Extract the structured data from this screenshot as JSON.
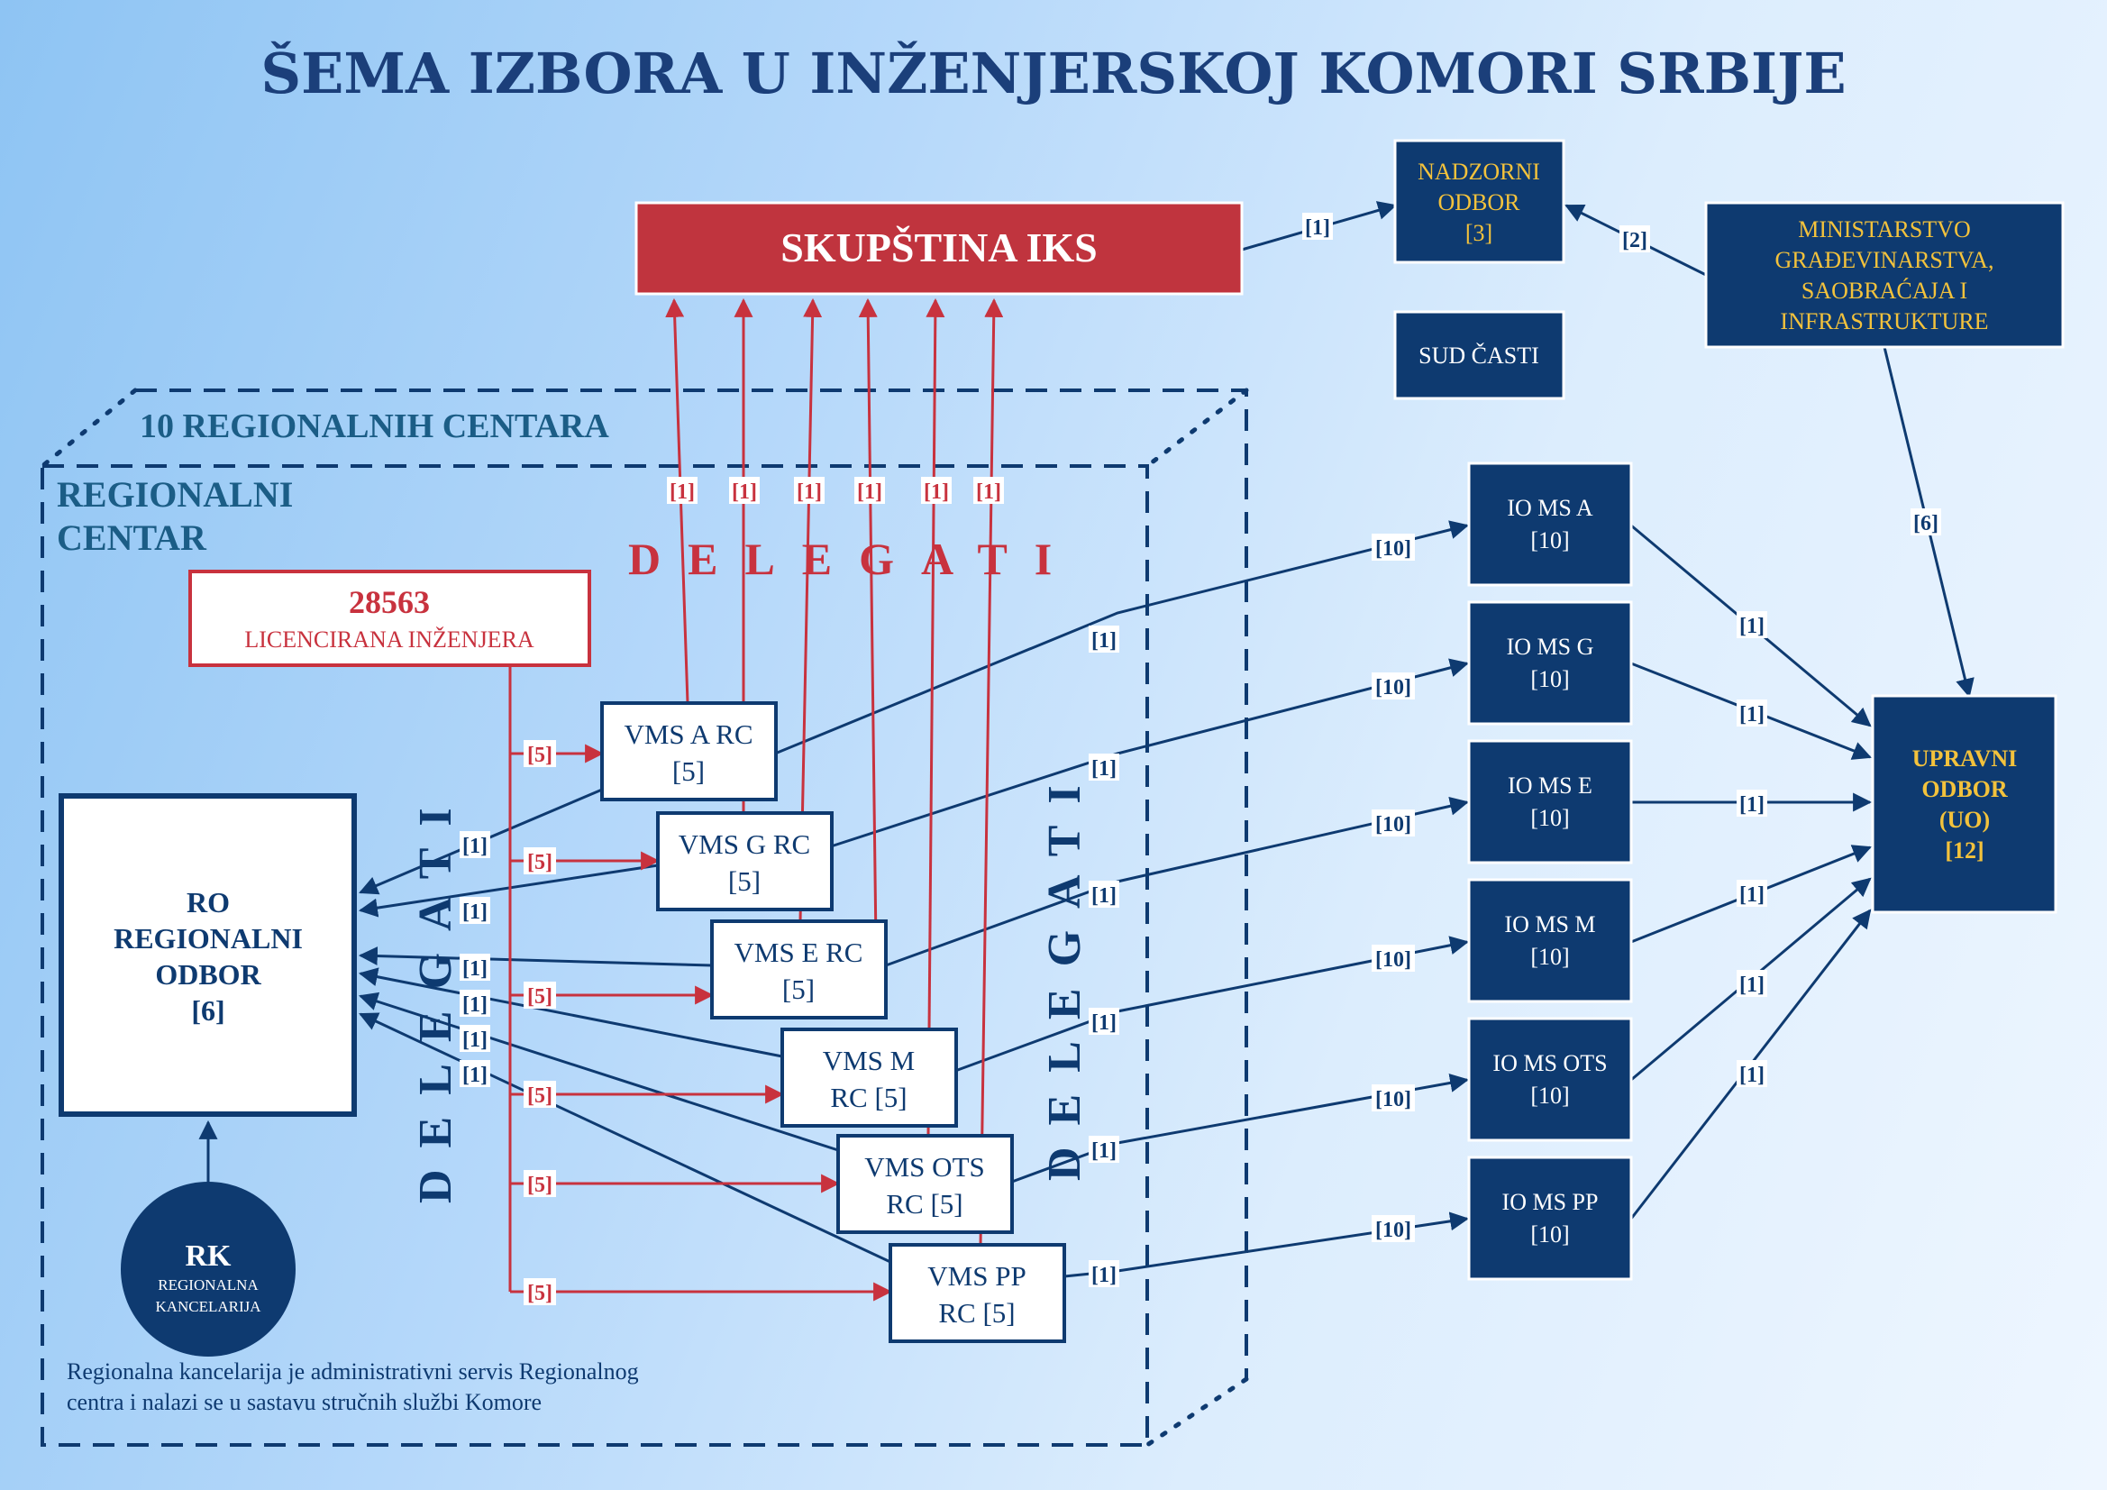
{
  "title": "ŠEMA IZBORA U INŽENJERSKOJ KOMORI SRBIJE",
  "skupstina": "SKUPŠTINA IKS",
  "nadzorni": {
    "line1": "NADZORNI",
    "line2": "ODBOR",
    "line3": "[3]"
  },
  "sud_casti": "SUD ČASTI",
  "ministarstvo": {
    "line1": "MINISTARSTVO",
    "line2": "GRAĐEVINARSTVA,",
    "line3": "SAOBRAĆAJA I",
    "line4": "INFRASTRUKTURE"
  },
  "regional_centers": "10 REGIONALNIH CENTARA",
  "regional_center": {
    "line1": "REGIONALNI",
    "line2": "CENTAR"
  },
  "engineers": {
    "count": "28563",
    "label": "LICENCIRANA INŽENJERA"
  },
  "delegati": "DELEGATI",
  "ro": {
    "line1": "RO",
    "line2": "REGIONALNI",
    "line3": "ODBOR",
    "line4": "[6]"
  },
  "rk": {
    "line1": "RK",
    "line2": "REGIONALNA",
    "line3": "KANCELARIJA"
  },
  "rk_note": {
    "line1": "Regionalna kancelarija je administrativni servis Regionalnog",
    "line2": "centra i nalazi se u sastavu stručnih službi Komore"
  },
  "vms": [
    {
      "line1": "VMS A RC",
      "line2": "[5]"
    },
    {
      "line1": "VMS G RC",
      "line2": "[5]"
    },
    {
      "line1": "VMS E RC",
      "line2": "[5]"
    },
    {
      "line1": "VMS M",
      "line2": "RC [5]"
    },
    {
      "line1": "VMS OTS",
      "line2": "RC [5]"
    },
    {
      "line1": "VMS PP",
      "line2": "RC [5]"
    }
  ],
  "io": [
    {
      "line1": "IO MS A",
      "line2": "[10]"
    },
    {
      "line1": "IO MS G",
      "line2": "[10]"
    },
    {
      "line1": "IO MS E",
      "line2": "[10]"
    },
    {
      "line1": "IO MS M",
      "line2": "[10]"
    },
    {
      "line1": "IO MS OTS",
      "line2": "[10]"
    },
    {
      "line1": "IO MS PP",
      "line2": "[10]"
    }
  ],
  "uo": {
    "line1": "UPRAVNI",
    "line2": "ODBOR",
    "line3": "(UO)",
    "line4": "[12]"
  },
  "labels": {
    "one": "[1]",
    "two": "[2]",
    "five": "[5]",
    "six": "[6]",
    "ten": "[10]"
  },
  "colors": {
    "navy": "#0e3a70",
    "red": "#c8323e",
    "gold": "#f3c23c",
    "teal": "#1b5d86"
  }
}
